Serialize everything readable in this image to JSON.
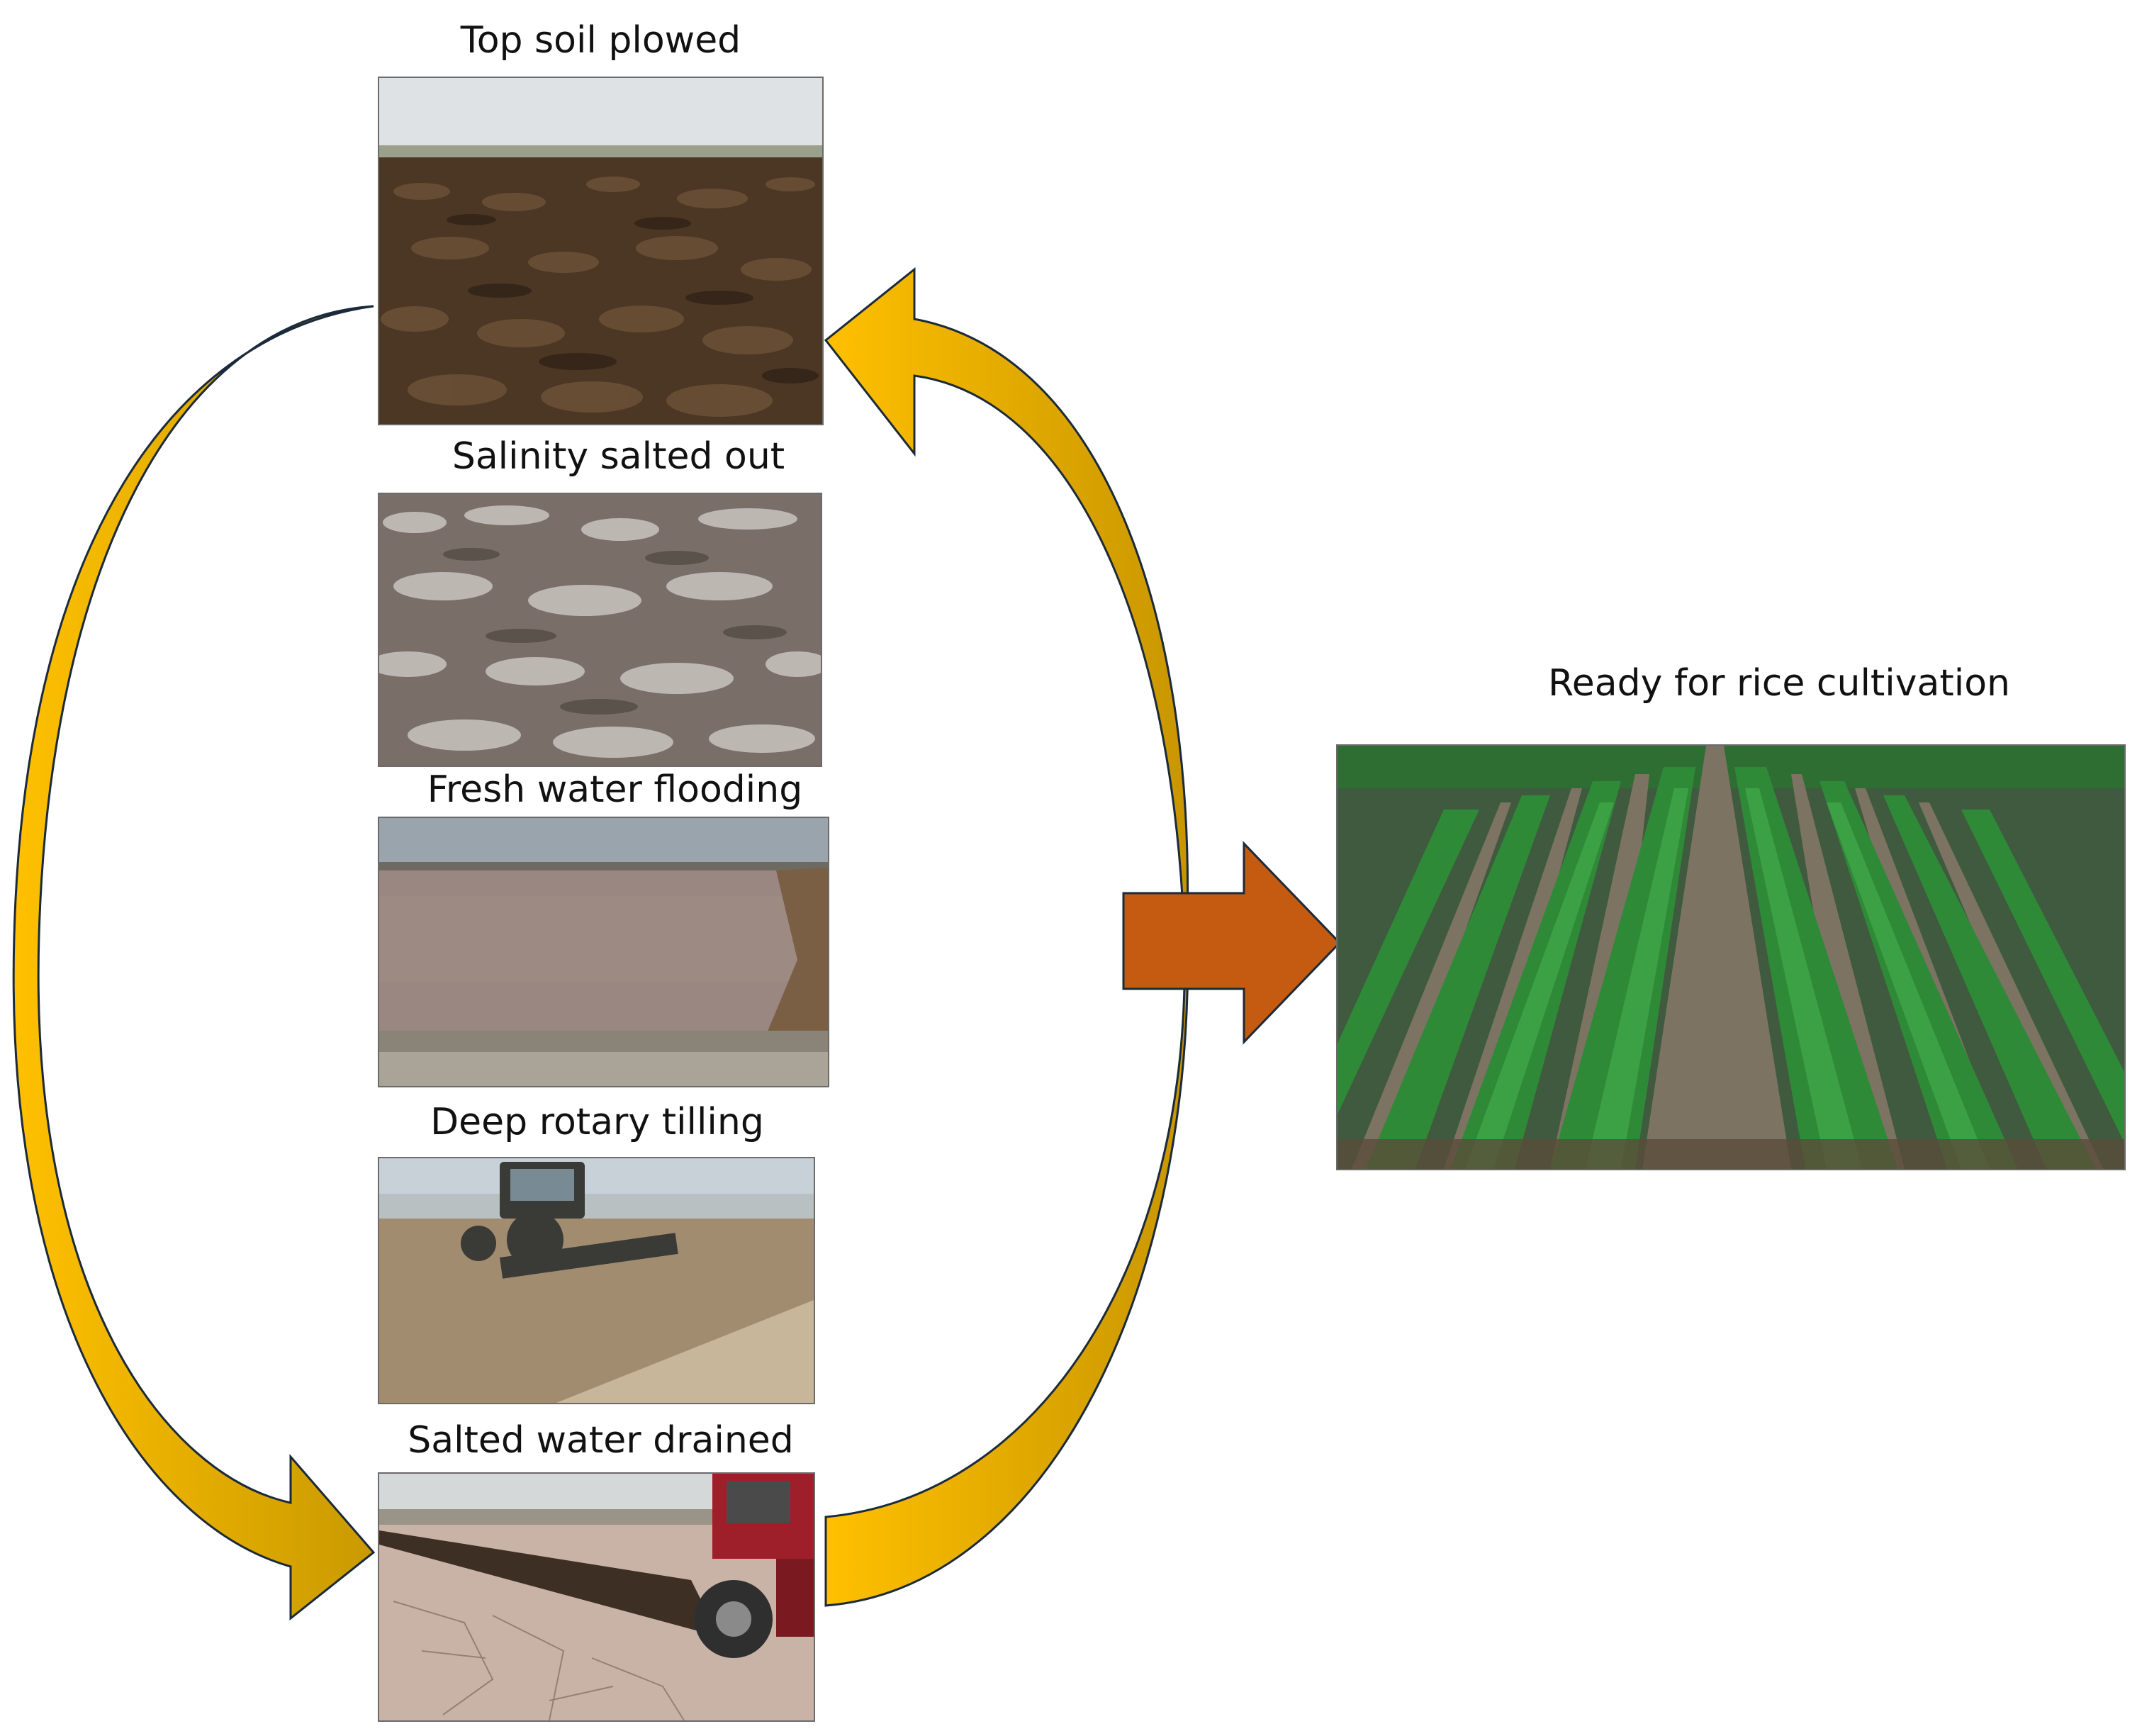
{
  "cycle": {
    "steps": [
      {
        "label": "Top soil plowed"
      },
      {
        "label": "Salinity salted out"
      },
      {
        "label": "Fresh water flooding"
      },
      {
        "label": "Deep rotary tilling"
      },
      {
        "label": "Salted water drained"
      }
    ],
    "arrow_color": "#FFBF00",
    "arrow_shade": "#C99700"
  },
  "result": {
    "label": "Ready for rice cultivation",
    "arrow_color": "#C55A11"
  }
}
